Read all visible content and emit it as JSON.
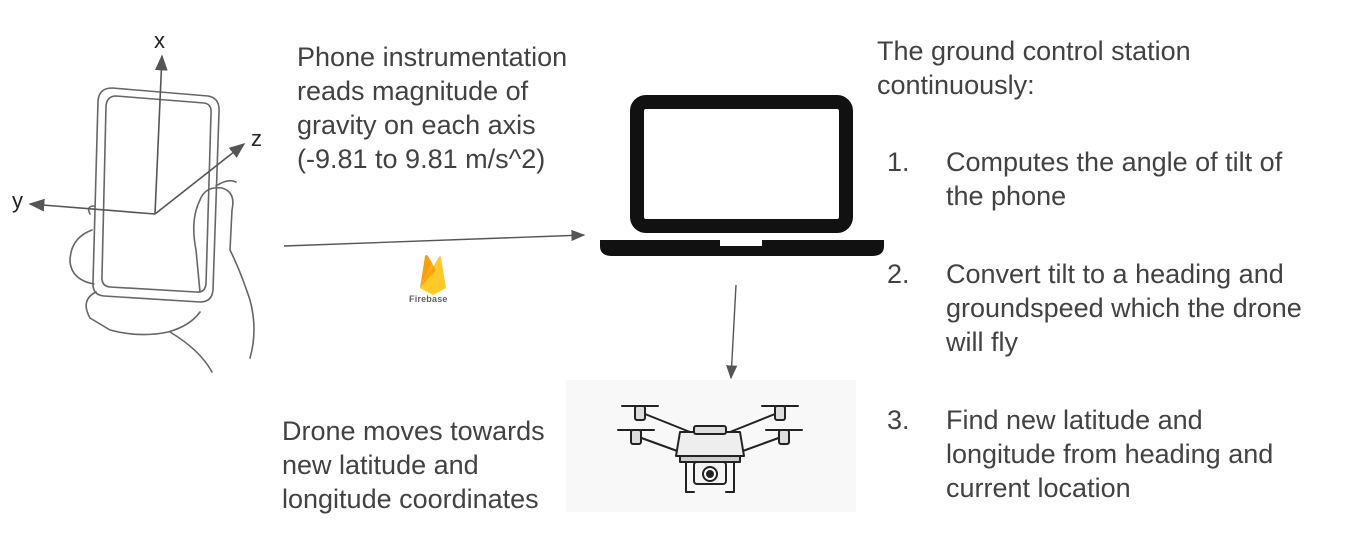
{
  "phone": {
    "axis_x": "x",
    "axis_y": "y",
    "axis_z": "z"
  },
  "phone_caption": "Phone instrumentation\nreads magnitude of\ngravity on each axis\n(-9.81 to 9.81 m/s^2)",
  "firebase": {
    "label": "Firebase"
  },
  "gcs": {
    "heading": "The ground control station\ncontinuously:",
    "steps": [
      {
        "num": "1.",
        "text": "Computes the angle of tilt of\nthe phone"
      },
      {
        "num": "2.",
        "text": "Convert tilt to a heading and\ngroundspeed which the drone\nwill fly"
      },
      {
        "num": "3.",
        "text": "Find new latitude and\nlongitude from heading and\ncurrent location"
      }
    ]
  },
  "drone_caption": "Drone moves towards\nnew latitude and\nlongitude coordinates",
  "colors": {
    "text": "#424242",
    "line": "#555555",
    "laptop": "#111111",
    "firebase_orange": "#FFA000",
    "firebase_yellow": "#FFCA28",
    "firebase_dark": "#F57C00"
  }
}
